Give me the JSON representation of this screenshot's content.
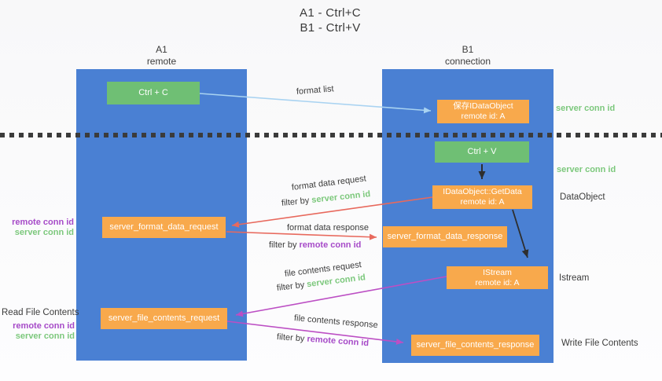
{
  "title": {
    "line1": "A1 - Ctrl+C",
    "line2": "B1 - Ctrl+V"
  },
  "lifelines": {
    "a1": {
      "name": "A1",
      "role": "remote"
    },
    "b1": {
      "name": "B1",
      "role": "connection"
    }
  },
  "nodes": {
    "ctrl_c": {
      "label": "Ctrl + C"
    },
    "ctrl_v": {
      "label": "Ctrl + V"
    },
    "save_idataobject": {
      "line1": "保存IDataObject",
      "line2": "remote id: A"
    },
    "idataobject_getdata": {
      "line1": "IDataObject::GetData",
      "line2": "remote id: A"
    },
    "istream": {
      "line1": "IStream",
      "line2": "remote id: A"
    },
    "server_format_data_request": {
      "label": "server_format_data_request"
    },
    "server_format_data_response": {
      "label": "server_format_data_response"
    },
    "server_file_contents_request": {
      "label": "server_file_contents_request"
    },
    "server_file_contents_response": {
      "label": "server_file_contents_response"
    }
  },
  "arrow_labels": {
    "format_list": "format list",
    "format_data_request": "format data request",
    "format_data_response": "format data response",
    "file_contents_request": "file contents request",
    "file_contents_response": "file contents response",
    "filter_by": "filter by ",
    "server_conn_id": "server conn id",
    "remote_conn_id": "remote conn id"
  },
  "side_labels": {
    "server_conn_id": "server conn id",
    "remote_conn_id": "remote conn id",
    "dataobject": "DataObject",
    "istream": "Istream",
    "read_file_contents": "Read File Contents",
    "write_file_contents": "Write File Contents"
  },
  "colors": {
    "lifeline_blue": "#4A80D3",
    "node_green": "#6FBF74",
    "node_orange": "#F8A94C",
    "label_green": "#7CC87C",
    "label_purple": "#A64AC8",
    "arrow_red": "#E8695D",
    "arrow_magenta": "#BC4FC4",
    "arrow_light_blue": "#A9D3F1",
    "arrow_black": "#2E2E2E"
  }
}
